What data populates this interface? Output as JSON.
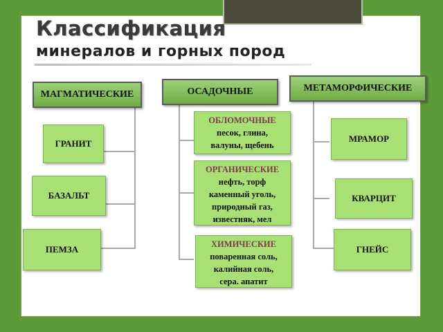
{
  "title": {
    "line1": "Классификация",
    "line2": "минералов и горных пород"
  },
  "categories": {
    "magmatic": {
      "label": "МАГМАТИЧЕСКИЕ",
      "items": [
        "ГРАНИТ",
        "БАЗАЛЬТ",
        "ПЕМЗА"
      ]
    },
    "sedimentary": {
      "label": "ОСАДОЧНЫЕ",
      "groups": [
        {
          "name": "ОБЛОМОЧНЫЕ",
          "lines": [
            "песок, глина,",
            "валуны, щебень"
          ]
        },
        {
          "name": "ОРГАНИЧЕСКИЕ",
          "lines": [
            "нефть, торф",
            "каменный уголь,",
            "природный газ,",
            "известняк, мел"
          ]
        },
        {
          "name": "ХИМИЧЕСКИЕ",
          "lines": [
            "поваренная соль,",
            "калийная соль,",
            "сера. апатит"
          ]
        }
      ]
    },
    "metamorphic": {
      "label": "МЕТАМОРФИЧЕСКИЕ",
      "items": [
        "МРАМОР",
        "КВАРЦИТ",
        "ГНЕЙС"
      ]
    }
  },
  "colors": {
    "background": "#5d9b3a",
    "box_fill": "#a9e075",
    "header_fill": "#6fae44",
    "group_name": "#7e3a4a"
  }
}
